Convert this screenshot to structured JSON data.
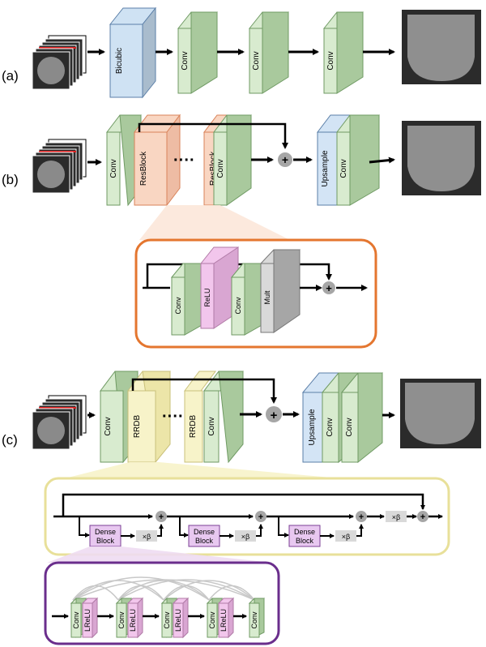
{
  "rows": {
    "a": {
      "label": "(a)",
      "blocks": [
        "Bicubic",
        "Conv",
        "Conv",
        "Conv"
      ]
    },
    "b": {
      "label": "(b)",
      "blocks": [
        "Conv",
        "ResBlock",
        "ResBlock",
        "Conv",
        "Upsample",
        "Conv"
      ],
      "ellipsis": "····"
    },
    "c": {
      "label": "(c)",
      "blocks": [
        "Conv",
        "RRDB",
        "RRDB",
        "Conv",
        "Upsample",
        "Conv",
        "Conv"
      ],
      "ellipsis": "····"
    }
  },
  "resblock_detail": {
    "blocks": [
      "Conv",
      "ReLU",
      "Conv",
      "Mult"
    ]
  },
  "rrdb_detail": {
    "dense_block_line1": "Dense",
    "dense_block_line2": "Block",
    "beta_label": "×β"
  },
  "dense_detail": {
    "blocks": [
      "Conv",
      "LReLU",
      "Conv",
      "LReLU",
      "Conv",
      "LReLU",
      "Conv",
      "LReLU",
      "Conv"
    ]
  },
  "sum_symbol": "+",
  "colors": {
    "conv": "#d8ebcf",
    "conv_side": "#8fb584",
    "bicubic": "#cfe2f3",
    "upsample": "#d3e4f5",
    "resblock": "#f9d6c2",
    "relu": "#f2c6ec",
    "mult": "#d9d9d9",
    "rrdb": "#f7f3c9",
    "dense_block": "#e8c8f0",
    "dense_border": "#7b3f96",
    "orange_frame": "#e4762f",
    "yellow_frame": "#e8e09a",
    "purple_frame": "#6a2e8c",
    "sum_node": "#a6a6a6"
  }
}
